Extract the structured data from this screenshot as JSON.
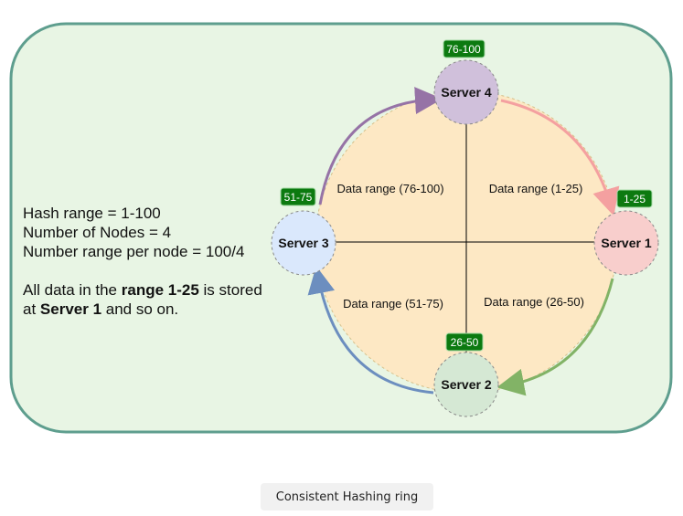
{
  "diagram": {
    "hash_range_line": "Hash range = 1-100",
    "nodes_line": "Number of Nodes = 4",
    "per_node_line": "Number range per node = 100/4",
    "note": {
      "prefix": "All data in the ",
      "range_bold": "range 1-25",
      "middle": " is stored",
      "at": "at ",
      "server_bold": "Server 1",
      "suffix": " and so on."
    },
    "servers": [
      {
        "label": "Server 4",
        "badge": "76-100",
        "fill": "#d0c0db"
      },
      {
        "label": "Server 1",
        "badge": "1-25",
        "fill": "#f8cecc"
      },
      {
        "label": "Server 2",
        "badge": "26-50",
        "fill": "#d5e8d4"
      },
      {
        "label": "Server 3",
        "badge": "51-75",
        "fill": "#dae8fc"
      }
    ],
    "data_ranges": {
      "top_left": "Data range (76-100)",
      "top_right": "Data range (1-25)",
      "bottom_left": "Data range (51-75)",
      "bottom_right": "Data range (26-50)"
    },
    "colors": {
      "background_panel": "#e8f5e4",
      "panel_border": "#5e9e8e",
      "ring_fill": "#fde8c4",
      "badge": "#0c7a10",
      "arrow_4_to_1": "#f4a0a0",
      "arrow_1_to_2": "#82b366",
      "arrow_2_to_3": "#6c8ebf",
      "arrow_3_to_4": "#9673a6"
    }
  },
  "caption": "Consistent Hashing ring"
}
